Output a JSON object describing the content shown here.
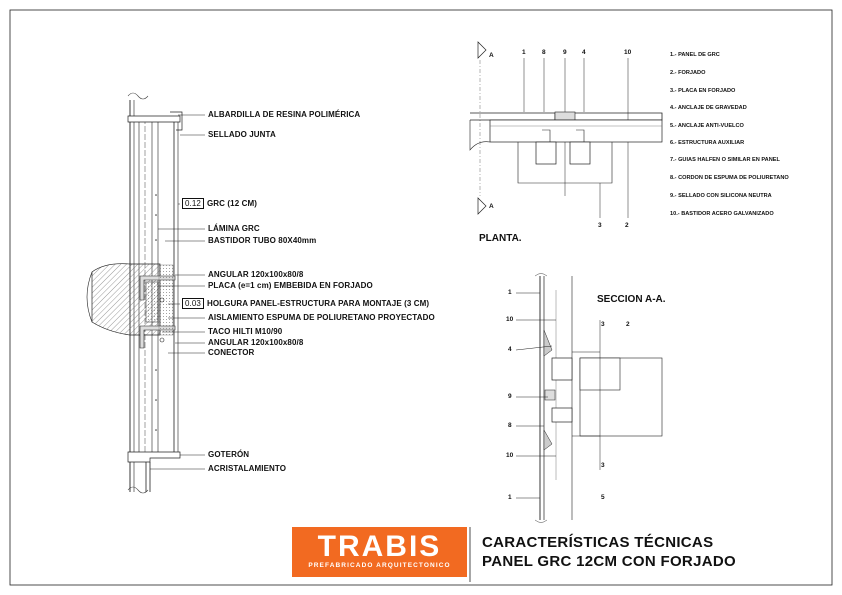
{
  "elevation_labels": [
    {
      "key": "albardilla",
      "text": "ALBARDILLA DE RESINA POLIMÉRICA"
    },
    {
      "key": "sellado",
      "text": "SELLADO JUNTA"
    },
    {
      "key": "grc_dim",
      "dim": "0.12",
      "text": "GRC (12 CM)"
    },
    {
      "key": "lamina",
      "text": "LÁMINA GRC"
    },
    {
      "key": "bastidor",
      "text": "BASTIDOR TUBO 80X40mm"
    },
    {
      "key": "angular1",
      "text": "ANGULAR 120x100x80/8"
    },
    {
      "key": "placa",
      "text": "PLACA (e=1 cm) EMBEBIDA EN FORJADO"
    },
    {
      "key": "holgura",
      "dim": "0.03",
      "text": "HOLGURA PANEL-ESTRUCTURA PARA MONTAJE (3 CM)"
    },
    {
      "key": "aislamiento",
      "text": "AISLAMIENTO ESPUMA DE POLIURETANO PROYECTADO"
    },
    {
      "key": "taco",
      "text": "TACO HILTI M10/90"
    },
    {
      "key": "angular2",
      "text": "ANGULAR 120x100x80/8"
    },
    {
      "key": "conector",
      "text": "CONECTOR"
    },
    {
      "key": "goteron",
      "text": "GOTERÓN"
    },
    {
      "key": "acristalamiento",
      "text": "ACRISTALAMIENTO"
    }
  ],
  "plan": {
    "title": "PLANTA.",
    "section_mark": "A",
    "top_numbers": [
      "1",
      "8",
      "9",
      "4",
      "10"
    ],
    "bottom_numbers": [
      "3",
      "2"
    ]
  },
  "legend": [
    "1.- PANEL DE GRC",
    "2.- FORJADO",
    "3.- PLACA EN FORJADO",
    "4.- ANCLAJE DE GRAVEDAD",
    "5.- ANCLAJE ANTI-VUELCO",
    "6.- ESTRUCTURA AUXILIAR",
    "7.- GUIAS HALFEN O SIMILAR EN PANEL",
    "8.- CORDON DE ESPUMA DE POLIURETANO",
    "9.- SELLADO CON SILICONA NEUTRA",
    "10.- BASTIDOR ACERO GALVANIZADO"
  ],
  "section": {
    "title": "SECCION A-A.",
    "left_numbers": [
      "1",
      "10",
      "4",
      "9",
      "8",
      "10",
      "1"
    ],
    "right_numbers": [
      "3",
      "2",
      "3",
      "5"
    ]
  },
  "title_block": {
    "logo": "TRABIS",
    "logo_subtitle": "PREFABRICADO ARQUITECTONICO",
    "line1": "CARACTERÍSTICAS TÉCNICAS",
    "line2": "PANEL GRC 12CM CON FORJADO",
    "brand_color": "#f26a21"
  }
}
